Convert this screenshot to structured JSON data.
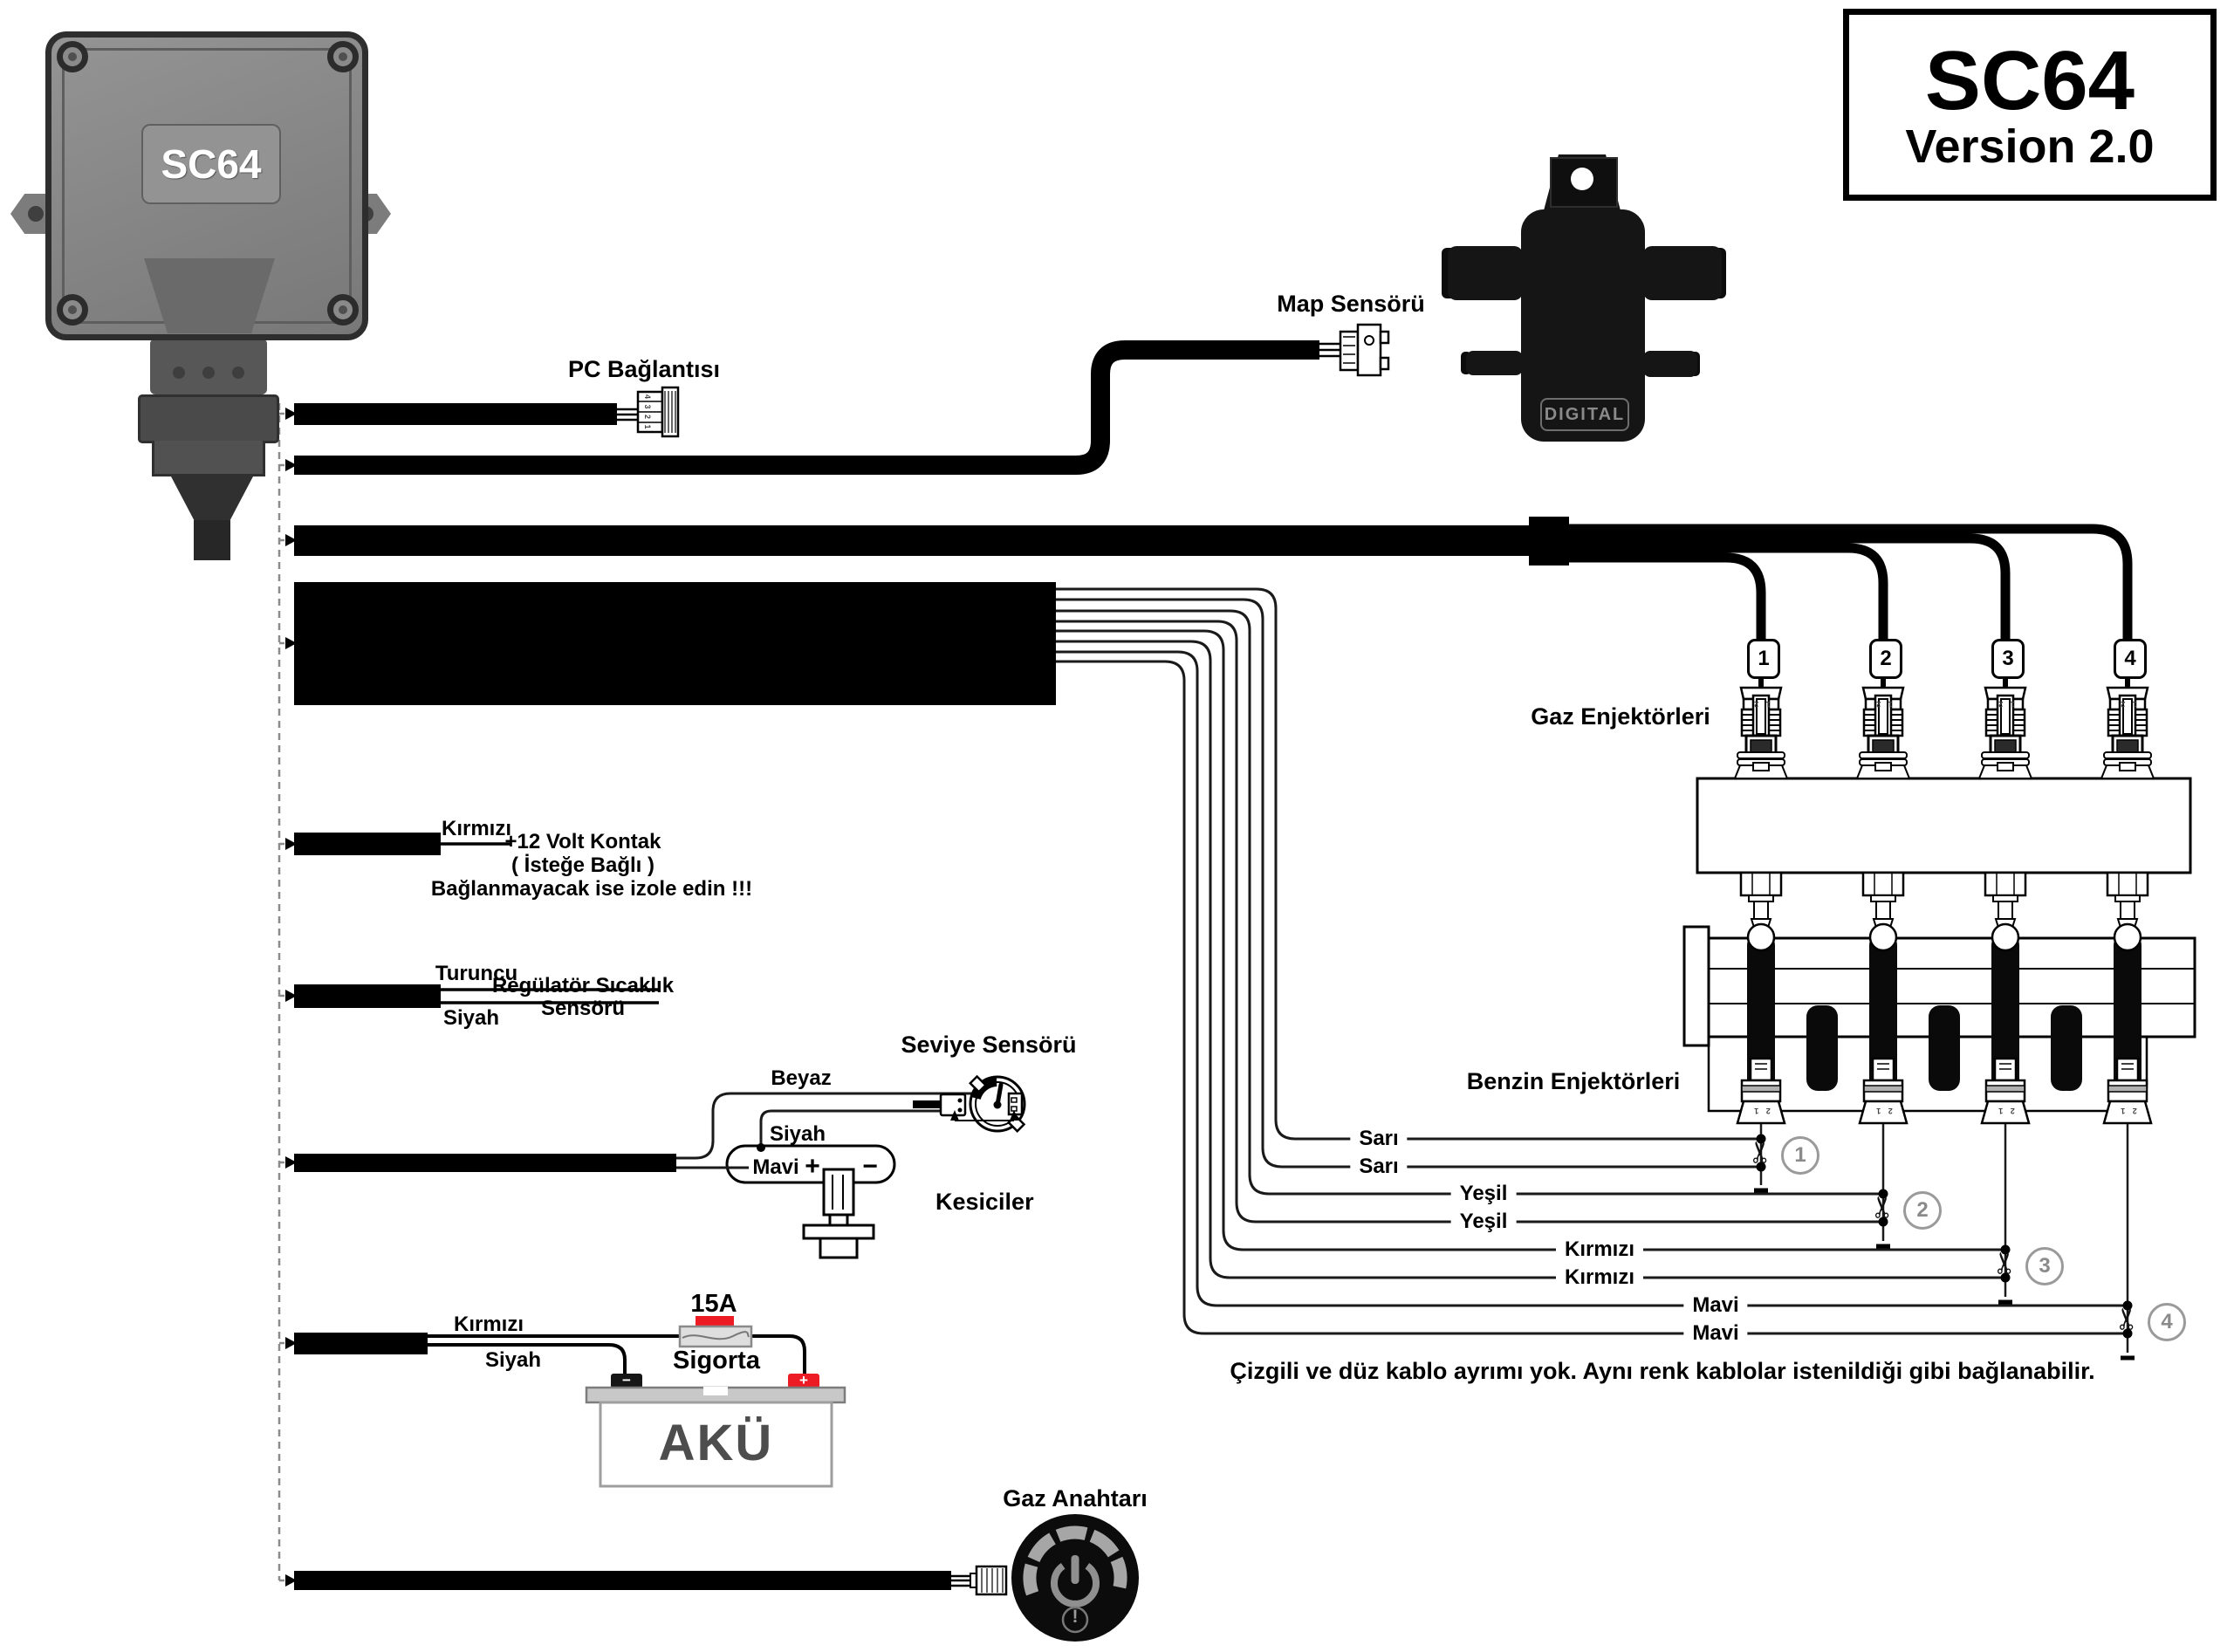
{
  "title": {
    "model": "SC64",
    "version": "Version 2.0"
  },
  "ecu": {
    "label": "SC64"
  },
  "pc_connection": {
    "label": "PC Bağlantısı",
    "connector_pins": "4 3 2 1"
  },
  "map_sensor": {
    "label": "Map Sensörü",
    "device_text": "DIGITAL"
  },
  "gas_injectors": {
    "label": "Gaz Enjektörleri",
    "tags": [
      "1",
      "2",
      "3",
      "4"
    ],
    "connector_pins": "1 2"
  },
  "petrol_injectors": {
    "label": "Benzin Enjektörleri",
    "connector_pins": "2 1",
    "wire_labels": [
      "Sarı",
      "Sarı",
      "Yeşil",
      "Yeşil",
      "Kırmızı",
      "Kırmızı",
      "Mavi",
      "Mavi"
    ],
    "cut_numbers": [
      "1",
      "2",
      "3",
      "4"
    ]
  },
  "ignition": {
    "wire": "Kırmızı",
    "line1": "+12 Volt Kontak",
    "line2": "( İsteğe Bağlı )",
    "line3": "Bağlanmayacak ise izole edin !!!"
  },
  "regulator_sensor": {
    "wire_top": "Turuncu",
    "wire_bottom": "Siyah",
    "line1": "Regülatör Sıcaklık",
    "line2": "Sensörü"
  },
  "level_sensor": {
    "label": "Seviye Sensörü"
  },
  "cutters": {
    "label": "Kesiciler",
    "wire_white": "Beyaz",
    "wire_black": "Siyah",
    "wire_blue": "Mavi",
    "plus": "+",
    "minus": "−"
  },
  "battery": {
    "label": "AKÜ",
    "wire_red": "Kırmızı",
    "wire_black": "Siyah",
    "fuse_rating": "15A",
    "fuse_label": "Sigorta",
    "plus": "+",
    "minus": "−"
  },
  "gas_switch": {
    "label": "Gaz Anahtarı",
    "warning": "!"
  },
  "note": "Çizgili ve düz kablo ayrımı yok. Aynı renk kablolar istenildiği gibi bağlanabilir.",
  "icons": {
    "scissors": "✂"
  },
  "colors": {
    "accent_red": "#ed1c24",
    "wire": "#000000",
    "annotation": "#9a9a9a",
    "ecu_gray": "#828282",
    "device_black": "#151515"
  }
}
